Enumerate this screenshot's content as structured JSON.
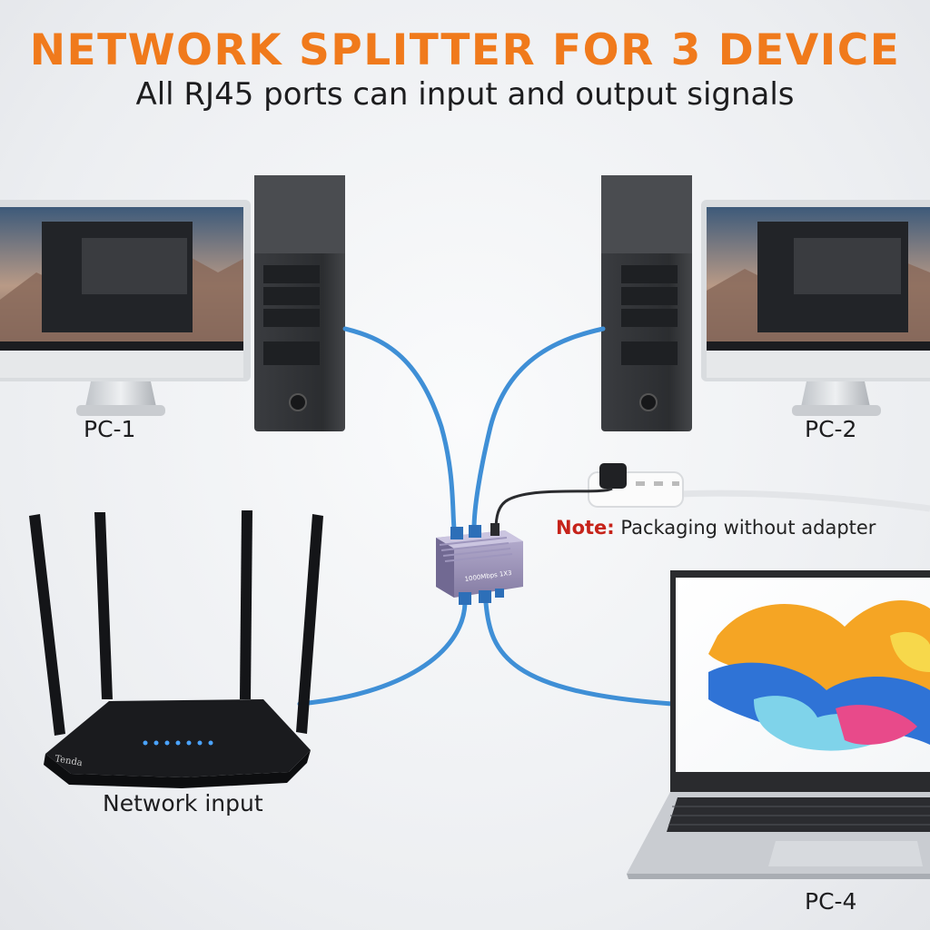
{
  "title": "NETWORK SPLITTER FOR 3 DEVICE",
  "subtitle": "All RJ45 ports can input and output signals",
  "labels": {
    "pc1": "PC-1",
    "pc2": "PC-2",
    "pc4": "PC-4",
    "network_input": "Network input"
  },
  "note": {
    "key": "Note:",
    "text": " Packaging without adapter"
  },
  "router_brand": "Tenda",
  "splitter_label": "1000Mbps 1X3",
  "colors": {
    "title": "#f07a1c",
    "cable": "#3f8fd6",
    "note_key": "#c6231a",
    "splitter": "#9c92b8"
  }
}
